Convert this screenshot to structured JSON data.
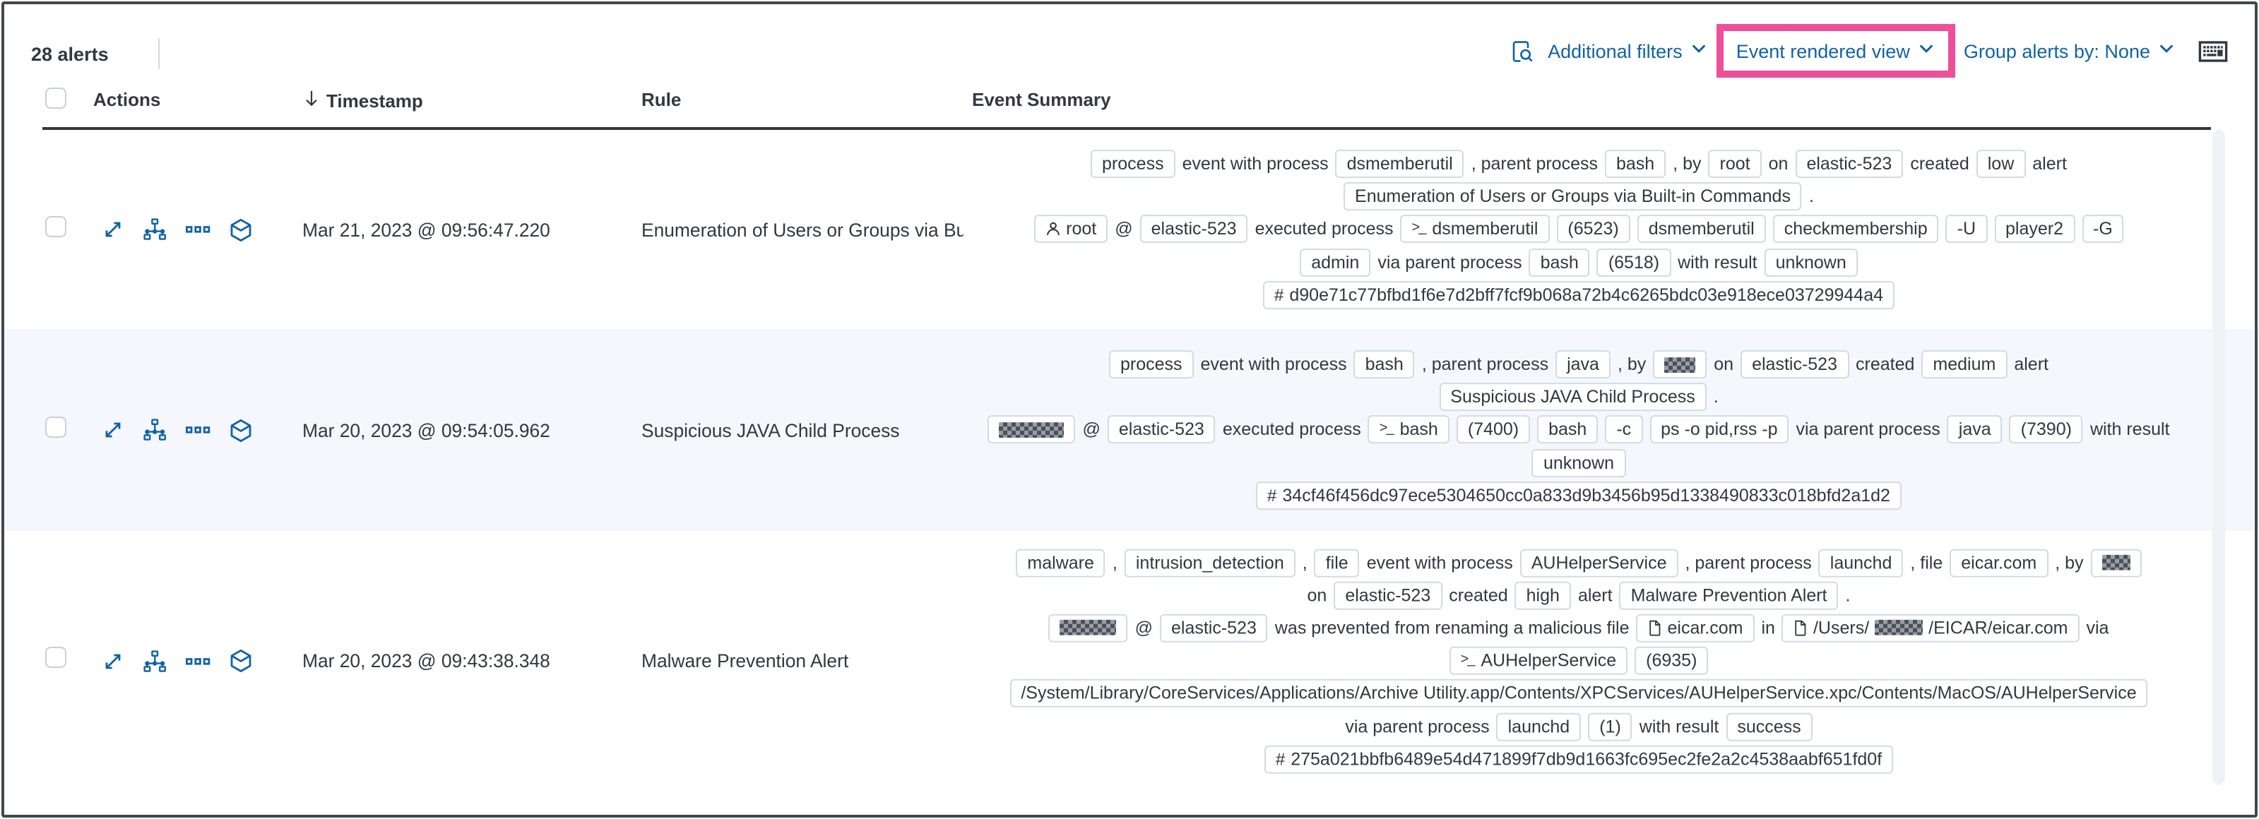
{
  "toolbar": {
    "alert_count": "28 alerts",
    "additional_filters": "Additional filters",
    "event_rendered_view": "Event rendered view",
    "group_alerts_by": "Group alerts by: None"
  },
  "colors": {
    "link_blue": "#1162a6",
    "highlight_pink": "#ed4f98",
    "badge_border": "#d3dae6",
    "row_stripe": "#f5f7fc",
    "text_dark": "#343741"
  },
  "table": {
    "headers": {
      "actions": "Actions",
      "timestamp": "Timestamp",
      "rule": "Rule",
      "event_summary": "Event Summary"
    },
    "rows": [
      {
        "timestamp": "Mar 21, 2023 @ 09:56:47.220",
        "rule": "Enumeration of Users or Groups via Bui",
        "summary_lines": [
          [
            {
              "t": "badge",
              "v": "process"
            },
            {
              "t": "text",
              "v": "event with process"
            },
            {
              "t": "badge",
              "v": "dsmemberutil"
            },
            {
              "t": "text",
              "v": ", parent process"
            },
            {
              "t": "badge",
              "v": "bash"
            },
            {
              "t": "text",
              "v": ", by"
            },
            {
              "t": "badge",
              "v": "root"
            },
            {
              "t": "text",
              "v": "on"
            },
            {
              "t": "badge",
              "v": "elastic-523"
            },
            {
              "t": "text",
              "v": "created"
            },
            {
              "t": "badge",
              "v": "low"
            },
            {
              "t": "text",
              "v": "alert"
            }
          ],
          [
            {
              "t": "badge",
              "v": "Enumeration of Users or Groups via Built-in Commands"
            },
            {
              "t": "text",
              "v": "."
            }
          ],
          [
            {
              "t": "badge",
              "v": "root",
              "icon": "user"
            },
            {
              "t": "text",
              "v": "@"
            },
            {
              "t": "badge",
              "v": "elastic-523"
            },
            {
              "t": "text",
              "v": "executed process"
            },
            {
              "t": "badge",
              "v": "dsmemberutil",
              "icon": "terminal"
            },
            {
              "t": "badge",
              "v": "(6523)"
            },
            {
              "t": "badge",
              "v": "dsmemberutil"
            },
            {
              "t": "badge",
              "v": "checkmembership"
            },
            {
              "t": "badge",
              "v": "-U"
            },
            {
              "t": "badge",
              "v": "player2"
            },
            {
              "t": "badge",
              "v": "-G"
            }
          ],
          [
            {
              "t": "badge",
              "v": "admin"
            },
            {
              "t": "text",
              "v": "via parent process"
            },
            {
              "t": "badge",
              "v": "bash"
            },
            {
              "t": "badge",
              "v": "(6518)"
            },
            {
              "t": "text",
              "v": "with result"
            },
            {
              "t": "badge",
              "v": "unknown"
            }
          ],
          [
            {
              "t": "badge",
              "v": "d90e71c77bfbd1f6e7d2bff7fcf9b068a72b4c6265bdc03e918ece03729944a4",
              "icon": "hash"
            }
          ]
        ]
      },
      {
        "timestamp": "Mar 20, 2023 @ 09:54:05.962",
        "rule": "Suspicious JAVA Child Process",
        "summary_lines": [
          [
            {
              "t": "badge",
              "v": "process"
            },
            {
              "t": "text",
              "v": "event with process"
            },
            {
              "t": "badge",
              "v": "bash"
            },
            {
              "t": "text",
              "v": ", parent process"
            },
            {
              "t": "badge",
              "v": "java"
            },
            {
              "t": "text",
              "v": ", by"
            },
            {
              "t": "badge",
              "redacted": true,
              "w": 22
            },
            {
              "t": "text",
              "v": "on"
            },
            {
              "t": "badge",
              "v": "elastic-523"
            },
            {
              "t": "text",
              "v": "created"
            },
            {
              "t": "badge",
              "v": "medium"
            },
            {
              "t": "text",
              "v": "alert"
            }
          ],
          [
            {
              "t": "badge",
              "v": "Suspicious JAVA Child Process"
            },
            {
              "t": "text",
              "v": "."
            }
          ],
          [
            {
              "t": "badge",
              "redacted": true,
              "w": 46
            },
            {
              "t": "text",
              "v": "@"
            },
            {
              "t": "badge",
              "v": "elastic-523"
            },
            {
              "t": "text",
              "v": "executed process"
            },
            {
              "t": "badge",
              "v": "bash",
              "icon": "terminal"
            },
            {
              "t": "badge",
              "v": "(7400)"
            },
            {
              "t": "badge",
              "v": "bash"
            },
            {
              "t": "badge",
              "v": "-c"
            },
            {
              "t": "badge",
              "v": "ps -o pid,rss -p"
            },
            {
              "t": "text",
              "v": "via parent process"
            },
            {
              "t": "badge",
              "v": "java"
            },
            {
              "t": "badge",
              "v": "(7390)"
            },
            {
              "t": "text",
              "v": "with result"
            }
          ],
          [
            {
              "t": "badge",
              "v": "unknown"
            }
          ],
          [
            {
              "t": "badge",
              "v": "34cf46f456dc97ece5304650cc0a833d9b3456b95d1338490833c018bfd2a1d2",
              "icon": "hash"
            }
          ]
        ]
      },
      {
        "timestamp": "Mar 20, 2023 @ 09:43:38.348",
        "rule": "Malware Prevention Alert",
        "summary_lines": [
          [
            {
              "t": "badge",
              "v": "malware"
            },
            {
              "t": "text",
              "v": ","
            },
            {
              "t": "badge",
              "v": "intrusion_detection"
            },
            {
              "t": "text",
              "v": ","
            },
            {
              "t": "badge",
              "v": "file"
            },
            {
              "t": "text",
              "v": "event with process"
            },
            {
              "t": "badge",
              "v": "AUHelperService"
            },
            {
              "t": "text",
              "v": ", parent process"
            },
            {
              "t": "badge",
              "v": "launchd"
            },
            {
              "t": "text",
              "v": ", file"
            },
            {
              "t": "badge",
              "v": "eicar.com"
            },
            {
              "t": "text",
              "v": ", by"
            },
            {
              "t": "badge",
              "redacted": true,
              "w": 20
            }
          ],
          [
            {
              "t": "text",
              "v": "on"
            },
            {
              "t": "badge",
              "v": "elastic-523"
            },
            {
              "t": "text",
              "v": "created"
            },
            {
              "t": "badge",
              "v": "high"
            },
            {
              "t": "text",
              "v": "alert"
            },
            {
              "t": "badge",
              "v": "Malware Prevention Alert"
            },
            {
              "t": "text",
              "v": "."
            }
          ],
          [
            {
              "t": "badge",
              "redacted": true,
              "w": 40
            },
            {
              "t": "text",
              "v": "@"
            },
            {
              "t": "badge",
              "v": "elastic-523"
            },
            {
              "t": "text",
              "v": "was prevented from renaming a malicious file"
            },
            {
              "t": "badge",
              "v": "eicar.com",
              "icon": "document"
            },
            {
              "t": "text",
              "v": "in"
            },
            {
              "t": "badge",
              "icon": "document",
              "parts": [
                {
                  "v": "/Users/"
                },
                {
                  "redacted": true,
                  "w": 34
                },
                {
                  "v": "/EICAR/eicar.com"
                }
              ]
            },
            {
              "t": "text",
              "v": "via"
            }
          ],
          [
            {
              "t": "badge",
              "v": "AUHelperService",
              "icon": "terminal"
            },
            {
              "t": "badge",
              "v": "(6935)"
            }
          ],
          [
            {
              "t": "badge",
              "v": "/System/Library/CoreServices/Applications/Archive Utility.app/Contents/XPCServices/AUHelperService.xpc/Contents/MacOS/AUHelperService"
            }
          ],
          [
            {
              "t": "text",
              "v": "via parent process"
            },
            {
              "t": "badge",
              "v": "launchd"
            },
            {
              "t": "badge",
              "v": "(1)"
            },
            {
              "t": "text",
              "v": "with result"
            },
            {
              "t": "badge",
              "v": "success"
            }
          ],
          [
            {
              "t": "badge",
              "v": "275a021bbfb6489e54d471899f7db9d1663fc695ec2fe2a2c4538aabf651fd0f",
              "icon": "hash"
            }
          ]
        ]
      }
    ]
  }
}
